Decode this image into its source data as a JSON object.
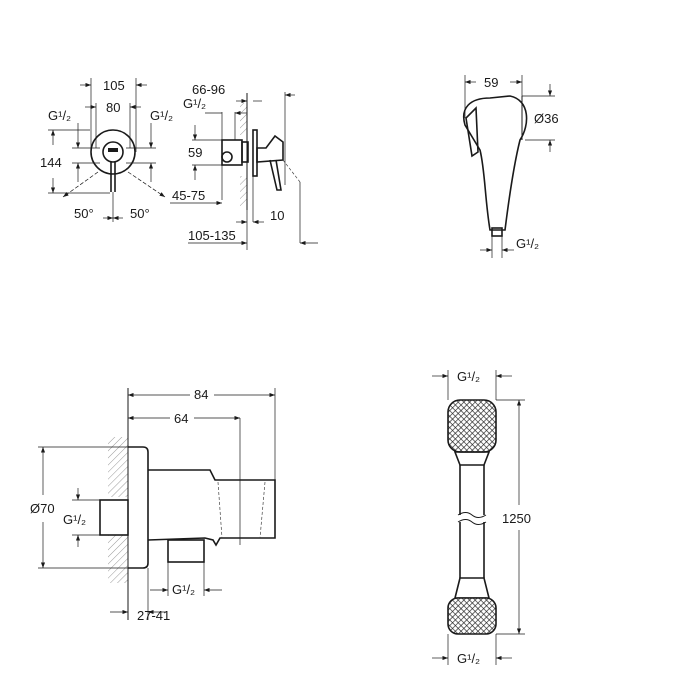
{
  "mixer_front": {
    "width_outer": "105",
    "width_inner": "80",
    "thread_left": "G¹/₂",
    "thread_right": "G¹/₂",
    "height": "144",
    "angle_left": "50°",
    "angle_right": "50°"
  },
  "mixer_side": {
    "depth_range": "66-96",
    "thread": "G¹/₂",
    "height": "59",
    "install_depth": "45-75",
    "offset": "10",
    "total_depth": "105-135"
  },
  "hand_spray": {
    "length": "59",
    "diameter": "Ø36",
    "thread": "G¹/₂"
  },
  "wall_outlet": {
    "total_length": "84",
    "holder_length": "64",
    "diameter": "Ø70",
    "thread_inlet": "G¹/₂",
    "thread_outlet": "G¹/₂",
    "projection": "27-41"
  },
  "hose": {
    "thread_top": "G¹/₂",
    "length": "1250",
    "thread_bottom": "G¹/₂"
  }
}
